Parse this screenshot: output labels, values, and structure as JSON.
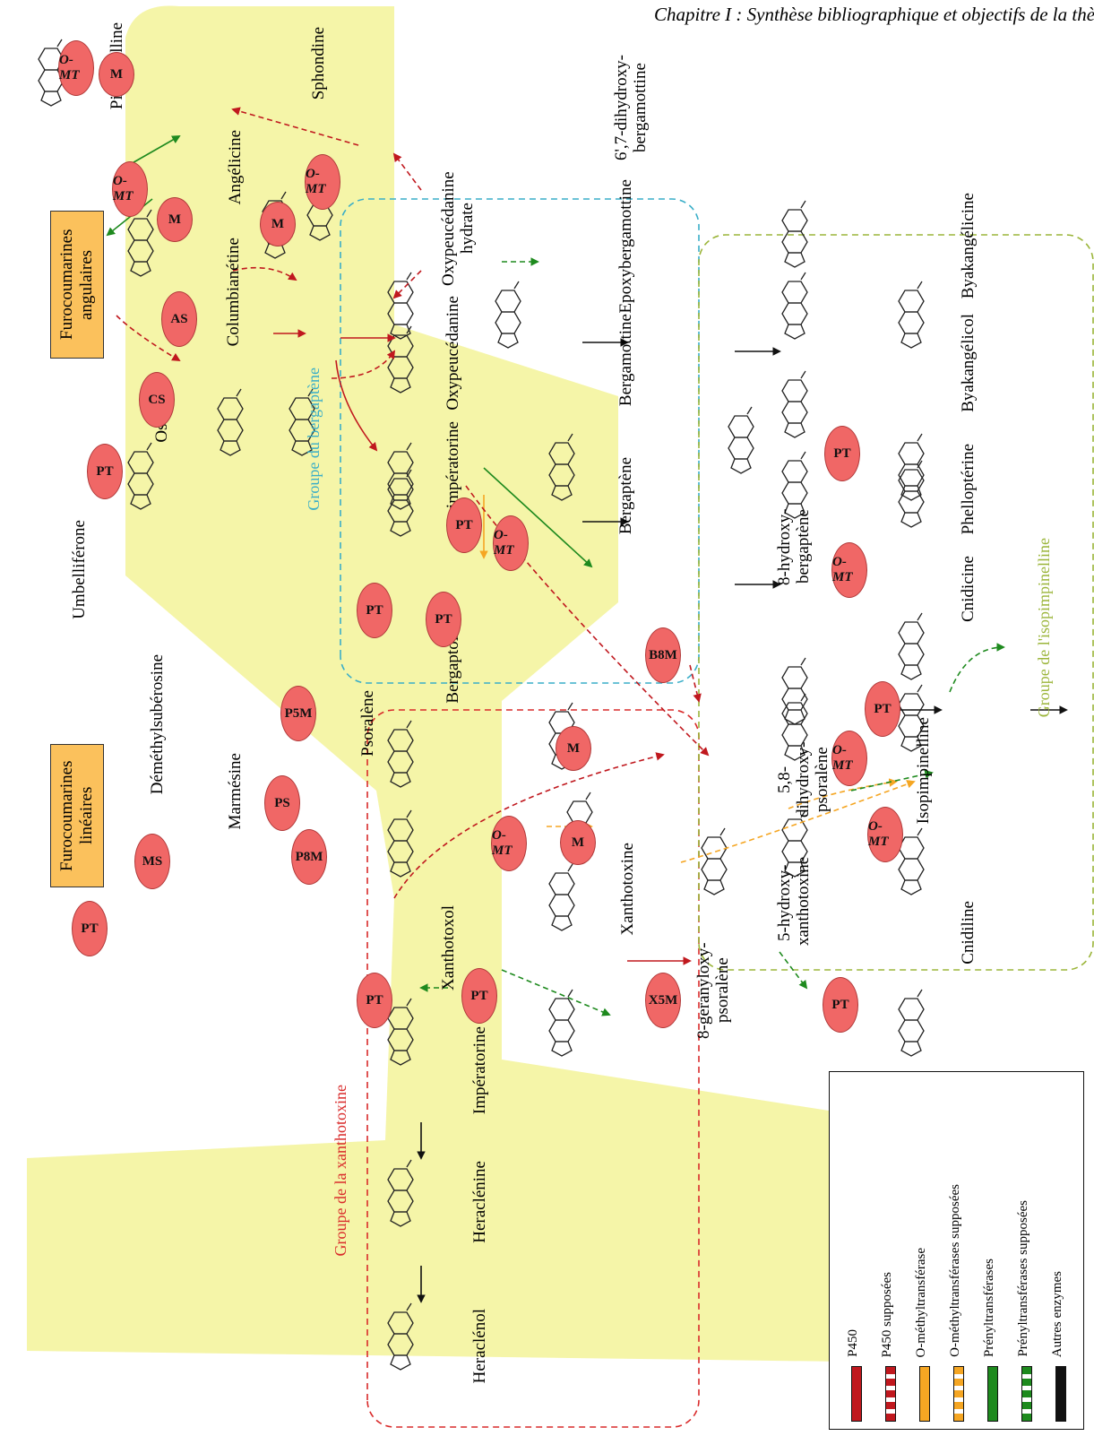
{
  "header": "Chapitre I : Synthèse bibliographique et objectifs de la thèse",
  "categories": {
    "linear": "Furocoumarines linéaires",
    "angular": "Furocoumarines angulaires"
  },
  "groups": {
    "bergaptene": "Groupe du bergaptène",
    "xanthotoxine": "Groupe de la xanthotoxine",
    "isopimpinelline": "Groupe de l'isopimpinelline"
  },
  "compounds": {
    "umbelliferone": "Umbelliférone",
    "demethylsuberosine": "Déméthylsubérosine",
    "marmesine": "Marmésine",
    "psoralene": "Psoralène",
    "osthenol": "Osthénol",
    "columbianetine": "Columbianétine",
    "angelicine": "Angélicine",
    "pimpinelline": "Pimpinelline",
    "sphondine": "Sphondine",
    "bergaptol": "Bergaptol",
    "isoimperatorine": "Isoimpératorine",
    "oxypeucedanine": "Oxypeucédanine",
    "oxypeucedanine_hydrate": "Oxypeucédanine hydrate",
    "bergaptene": "Bergaptène",
    "bergamottine": "Bergamottine",
    "epoxybergamottine": "Epoxybergamottine",
    "dihydroxybergamottine": "6',7-dihydroxy-bergamottine",
    "xanthotoxol": "Xanthotoxol",
    "xanthotoxine": "Xanthotoxine",
    "imperatorine": "Impératorine",
    "heraclenine": "Heraclénine",
    "heraclenol": "Heraclénol",
    "geranyloxypsoralene": "8-geranyloxy-psoralène",
    "hydroxyxanthotoxine": "5-hydroxy-xanthotoxine",
    "dihydroxypsoralene": "5,8-dihydroxy-psoralène",
    "hydroxybergaptene": "8-hydroxy-bergaptène",
    "isopimpinelline": "Isopimpinelline",
    "cnidiline": "Cnidiline",
    "cnidicine": "Cnidicine",
    "phelloptérine": "Phelloptérine",
    "byakangelicol": "Byakangélicol",
    "byakangelicine": "Byakangélicine"
  },
  "enzymes": {
    "PT": "PT",
    "CS": "CS",
    "AS": "AS",
    "OMT": "O-MT",
    "M": "M",
    "MS": "MS",
    "PS": "PS",
    "P5M": "P5M",
    "P8M": "P8M",
    "B8M": "B8M",
    "X5M": "X5M"
  },
  "legend": [
    {
      "label": "P450",
      "color": "#c0181e",
      "style": "solid"
    },
    {
      "label": "P450 supposées",
      "color": "#c0181e",
      "style": "dashed"
    },
    {
      "label": "O-méthyltransférase",
      "color": "#f5a623",
      "style": "solid"
    },
    {
      "label": "O-méthyltransférases supposées",
      "color": "#f5a623",
      "style": "dashed"
    },
    {
      "label": "Prényltransférases",
      "color": "#1e8a1e",
      "style": "solid"
    },
    {
      "label": "Prényltransférases supposées",
      "color": "#1e8a1e",
      "style": "dashed"
    },
    {
      "label": "Autres enzymes",
      "color": "#111111",
      "style": "solid"
    }
  ],
  "colors": {
    "p450": "#c0181e",
    "omt": "#f5a623",
    "pt": "#1e8a1e",
    "other": "#111111",
    "angular_bg": "#f5f5a8",
    "enzyme": "#f06766",
    "category_box": "#fbc15c",
    "bergaptene_group": "#3aaec8",
    "xanthotoxine_group": "#d92b2b",
    "isopimpinelline_group": "#9bb53a"
  }
}
